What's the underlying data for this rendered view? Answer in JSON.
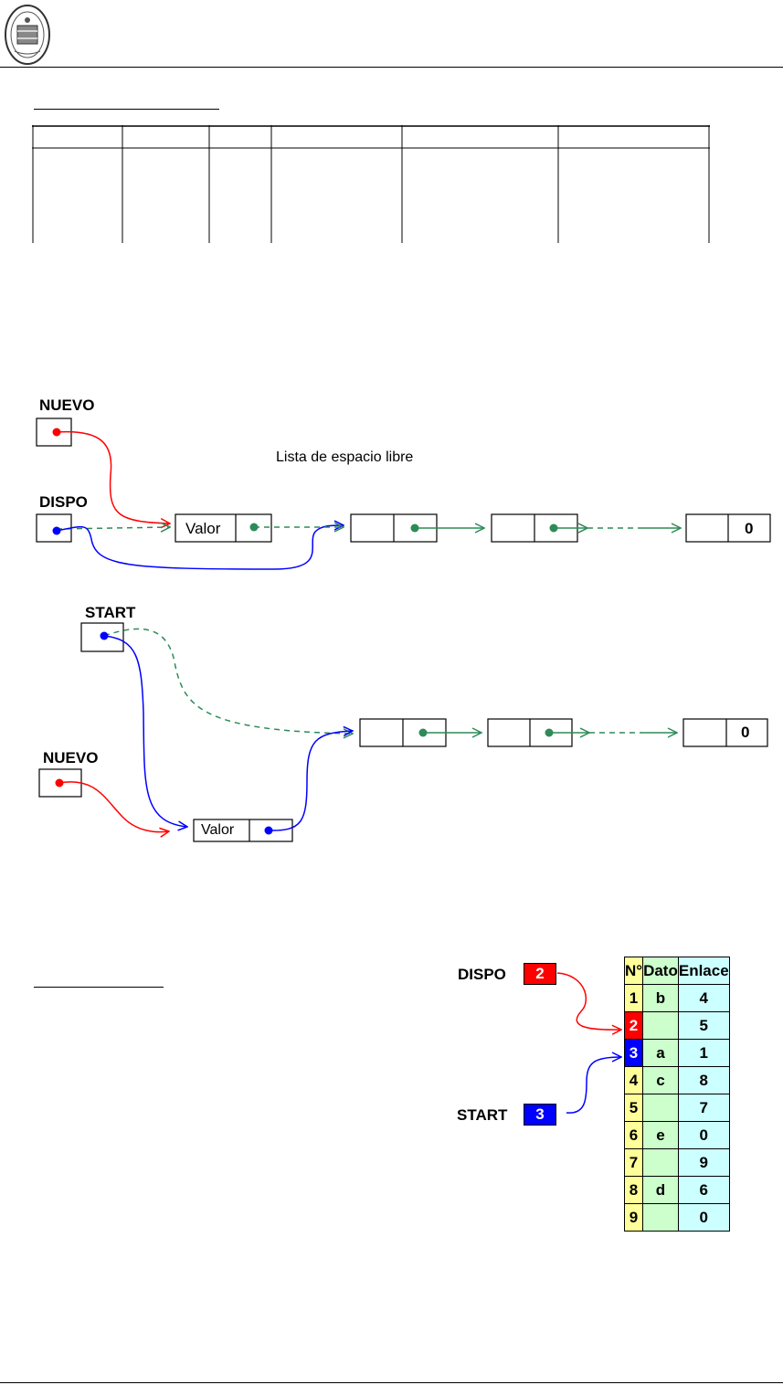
{
  "header": {
    "seal_icon": "university-seal-icon"
  },
  "empty_table": {
    "columns": 6,
    "rows": 1
  },
  "diagram1": {
    "nuevo_label": "NUEVO",
    "dispo_label": "DISPO",
    "free_list_label": "Lista de espacio libre",
    "node_value": "Valor",
    "end_value": "0"
  },
  "diagram2": {
    "start_label": "START",
    "nuevo_label": "NUEVO",
    "node_value": "Valor",
    "end_value": "0"
  },
  "memory": {
    "dispo_label": "DISPO",
    "dispo_value": "2",
    "start_label": "START",
    "start_value": "3",
    "headers": {
      "n": "N°",
      "dato": "Dato",
      "enlace": "Enlace"
    },
    "rows": [
      {
        "n": "1",
        "dato": "b",
        "enlace": "4"
      },
      {
        "n": "2",
        "dato": "",
        "enlace": "5"
      },
      {
        "n": "3",
        "dato": "a",
        "enlace": "1"
      },
      {
        "n": "4",
        "dato": "c",
        "enlace": "8"
      },
      {
        "n": "5",
        "dato": "",
        "enlace": "7"
      },
      {
        "n": "6",
        "dato": "e",
        "enlace": "0"
      },
      {
        "n": "7",
        "dato": "",
        "enlace": "9"
      },
      {
        "n": "8",
        "dato": "d",
        "enlace": "6"
      },
      {
        "n": "9",
        "dato": "",
        "enlace": "0"
      }
    ],
    "colors": {
      "dispo": "#ff0000",
      "start": "#0000ff",
      "n_col": "#ffff99",
      "dato_col": "#ccffcc",
      "enlace_col": "#ccffff"
    }
  },
  "colors": {
    "red": "#ff0000",
    "blue": "#0000ff",
    "green": "#2e8b57"
  }
}
